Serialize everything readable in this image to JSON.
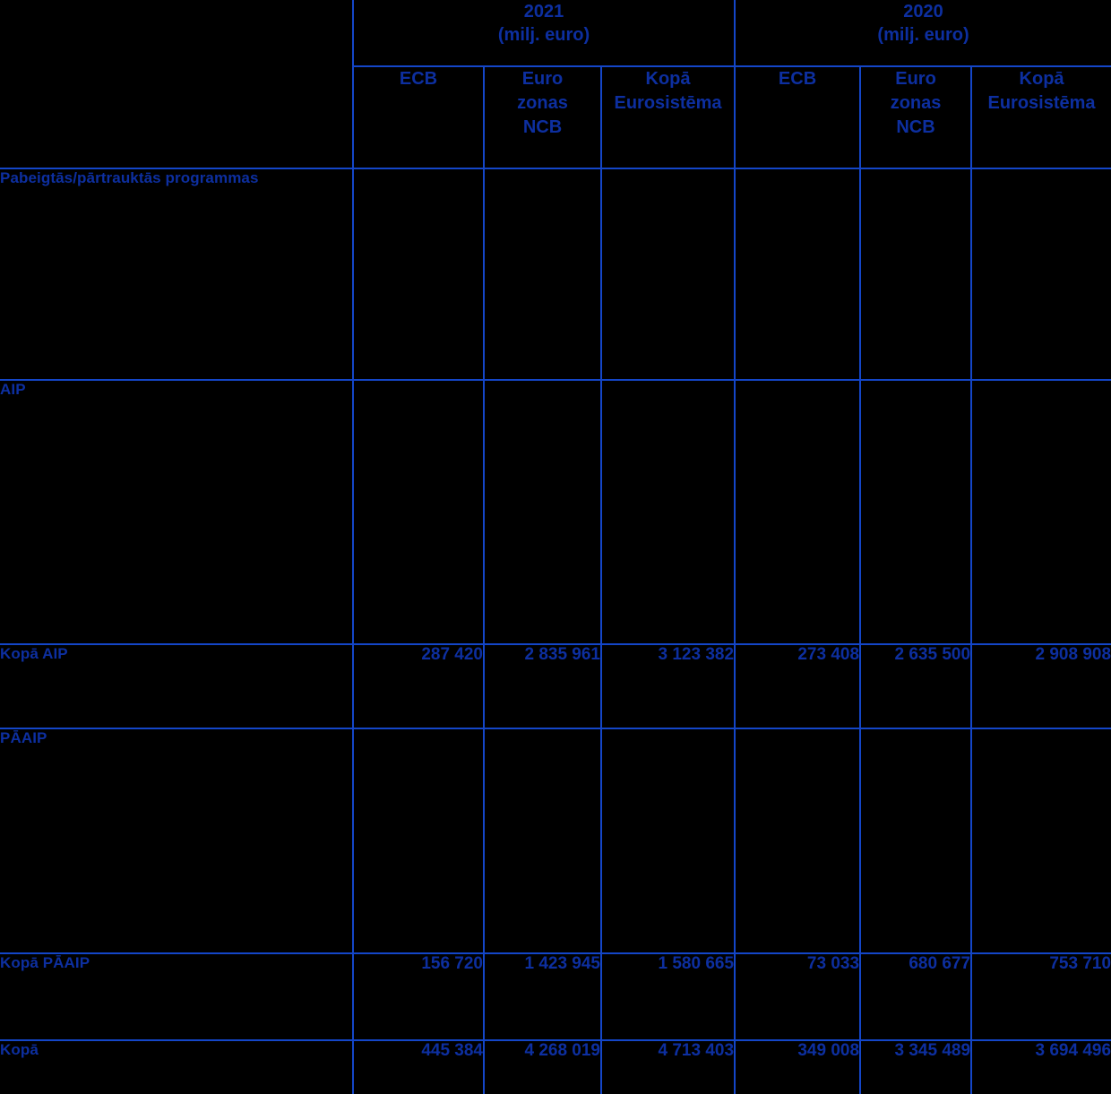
{
  "table": {
    "label_column_header": "",
    "year_groups": [
      {
        "year": "2021",
        "unit": "(milj. euro)"
      },
      {
        "year": "2020",
        "unit": "(milj. euro)"
      }
    ],
    "column_headers": [
      {
        "lines": [
          "ECB"
        ]
      },
      {
        "lines": [
          "Euro",
          "zonas",
          "NCB"
        ]
      },
      {
        "lines": [
          "Kopā",
          "Eurosistēma"
        ]
      },
      {
        "lines": [
          "ECB"
        ]
      },
      {
        "lines": [
          "Euro",
          "zonas",
          "NCB"
        ]
      },
      {
        "lines": [
          "Kopā",
          "Eurosistēma"
        ]
      }
    ],
    "rows": [
      {
        "label": "Pabeigtās/pārtrauktās programmas",
        "type": "section",
        "values": [
          "",
          "",
          "",
          "",
          "",
          ""
        ]
      },
      {
        "label": "AIP",
        "type": "section",
        "values": [
          "",
          "",
          "",
          "",
          "",
          ""
        ]
      },
      {
        "label": "Kopā AIP",
        "type": "total",
        "values": [
          "287 420",
          "2 835 961",
          "3 123 382",
          "273 408",
          "2 635 500",
          "2 908 908"
        ]
      },
      {
        "label": "PĀAIP",
        "type": "section",
        "values": [
          "",
          "",
          "",
          "",
          "",
          ""
        ]
      },
      {
        "label": "Kopā PĀAIP",
        "type": "total",
        "values": [
          "156 720",
          "1 423 945",
          "1 580 665",
          "73 033",
          "680 677",
          "753 710"
        ]
      },
      {
        "label": "Kopā",
        "type": "grand-total",
        "values": [
          "445 384",
          "4 268 019",
          "4 713 403",
          "349 008",
          "3 345 489",
          "3 694 496"
        ]
      }
    ]
  },
  "colors": {
    "background": "#000000",
    "text": "#0d2fa0",
    "rule": "#1446c8"
  }
}
